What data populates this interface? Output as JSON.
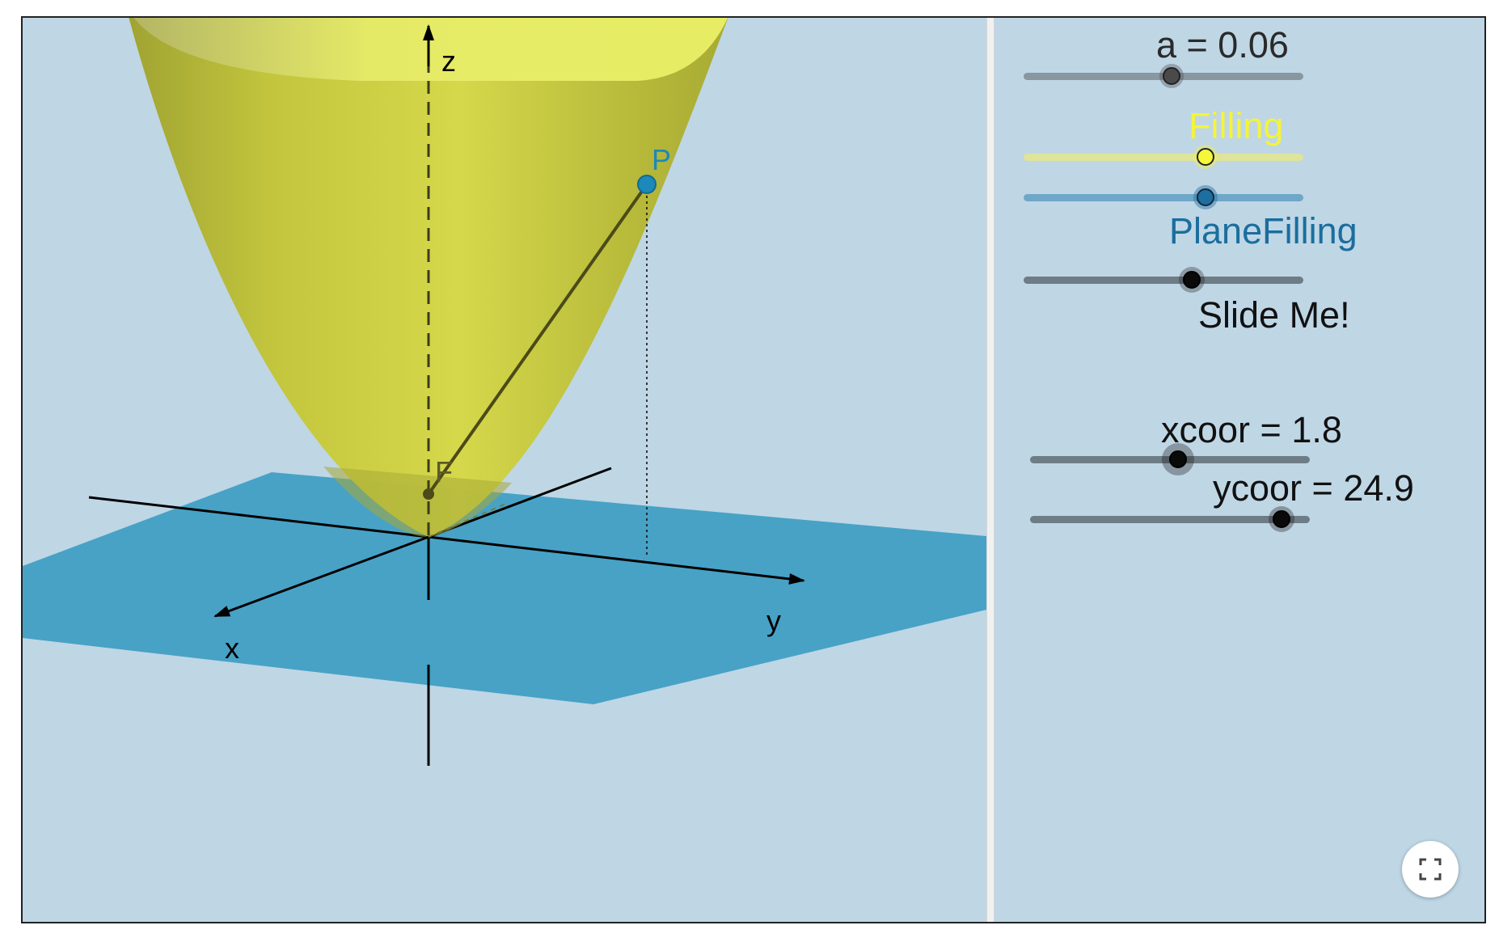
{
  "view3d": {
    "axis_labels": {
      "x": "x",
      "y": "y",
      "z": "z"
    },
    "points": {
      "P": "P",
      "F": "F"
    },
    "colors": {
      "background": "#bfd6e5",
      "plane": "#47a2c6",
      "paraboloid": "#c9cc3a",
      "point_P": "#1e88b8"
    }
  },
  "panel": {
    "slider_a": {
      "label": "a = 0.06",
      "value": 0.06,
      "fraction": 0.53
    },
    "slider_filling": {
      "label": "Filling",
      "fraction": 0.65,
      "color": "#f2f232"
    },
    "slider_planefilling": {
      "label": "PlaneFilling",
      "fraction": 0.65,
      "color": "#1a6e9e"
    },
    "slider_slide": {
      "label": "Slide Me!",
      "fraction": 0.6
    },
    "slider_xcoor": {
      "label": "xcoor = 1.8",
      "value": 1.8,
      "fraction": 0.53
    },
    "slider_ycoor": {
      "label": "ycoor = 24.9",
      "value": 24.9,
      "fraction": 0.9
    }
  },
  "controls": {
    "fullscreen_icon": "fullscreen-icon"
  }
}
